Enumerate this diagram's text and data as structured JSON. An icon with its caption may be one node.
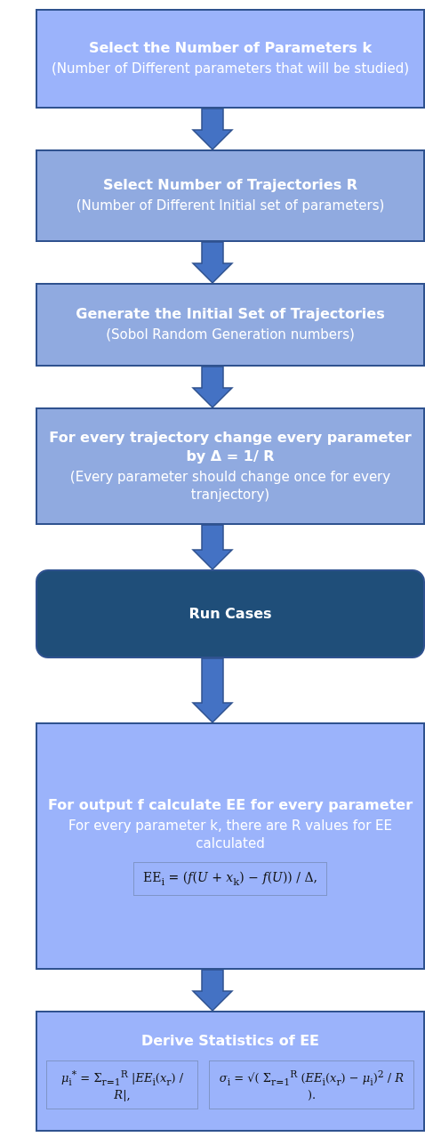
{
  "diagram": {
    "nodes": [
      {
        "text": [
          "Select the Number of Parameters k",
          "(Number of Different parameters that will be studied)"
        ]
      },
      {
        "text": [
          "Select Number of Trajectories R",
          "(Number of Different Initial set of parameters)"
        ]
      },
      {
        "text": [
          "Generate the Initial Set of Trajectories",
          "(Sobol Random Generation numbers)"
        ]
      },
      {
        "text": [
          "For every trajectory change every parameter by Δ = 1/ R",
          "(Every parameter should change once for every tranjectory)"
        ]
      },
      {
        "text": [
          "Run Cases"
        ]
      },
      {
        "text": [
          "For output f calculate EE for every parameter",
          "For every parameter k, there are R values for EE calculated",
          "EE$_{i}$ = (*f*(*U* + *x*$_{k}$) − *f*(*U*)) / Δ,"
        ]
      },
      {
        "text": [
          "Derive Statistics of EE",
          "*μ*$_{i}$$^{*}$ = Σ$_{r=1}$$^{R}$ |*EE*$_{i}$(*x*$_{r}$) / *R*|,",
          "*σ*$_{i}$ = √( Σ$_{r=1}$$^{R}$ (*EE*$_{i}$(*x*$_{r}$) − *μ*$_{i}$)$^{2}$ / *R* )."
        ]
      }
    ],
    "edges": [
      {
        "from": 0,
        "to": 1,
        "arrow": "to"
      },
      {
        "from": 1,
        "to": 2,
        "arrow": "to"
      },
      {
        "from": 2,
        "to": 3,
        "arrow": "to"
      },
      {
        "from": 3,
        "to": 4,
        "arrow": "to"
      },
      {
        "from": 4,
        "to": 5,
        "arrow": "to"
      },
      {
        "from": 5,
        "to": 6,
        "arrow": "to"
      }
    ]
  }
}
